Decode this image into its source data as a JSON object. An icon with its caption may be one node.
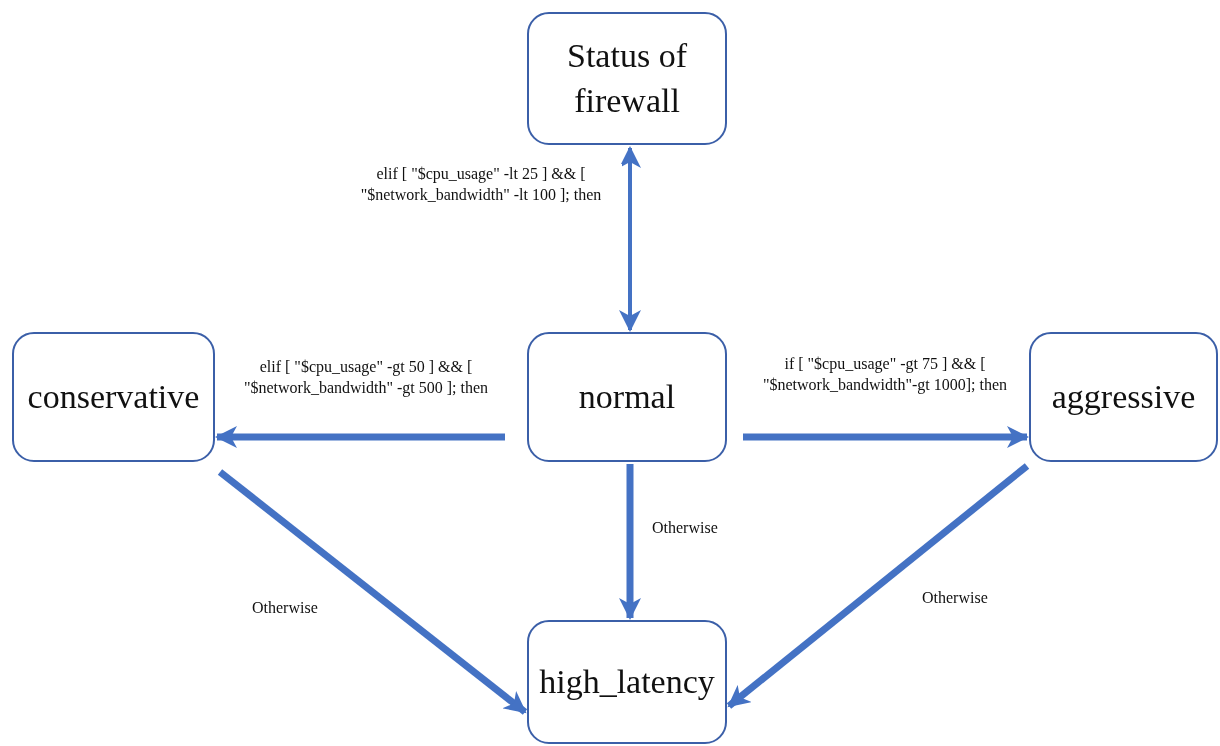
{
  "diagram": {
    "nodes": [
      {
        "text": [
          "Status of firewall"
        ]
      },
      {
        "text": [
          "conservative"
        ]
      },
      {
        "text": [
          "normal"
        ]
      },
      {
        "text": [
          "aggressive"
        ]
      },
      {
        "text": [
          "high_latency"
        ]
      }
    ],
    "edges": [
      {
        "from": 2,
        "to": 0,
        "arrow": "both",
        "label": "elif [ \"$cpu_usage\" -lt 25 ] && [ \"$network_bandwidth\" -lt 100 ]; then"
      },
      {
        "from": 2,
        "to": 1,
        "arrow": "to",
        "label": "elif [ \"$cpu_usage\" -gt 50 ] && [ \"$network_bandwidth\" -gt 500 ]; then"
      },
      {
        "from": 2,
        "to": 3,
        "arrow": "to",
        "label": "if [ \"$cpu_usage\" -gt 75 ] && [ \"$network_bandwidth\"-gt 1000]; then"
      },
      {
        "from": 2,
        "to": 4,
        "arrow": "to",
        "label": "Otherwise"
      },
      {
        "from": 1,
        "to": 4,
        "arrow": "to",
        "label": "Otherwise"
      },
      {
        "from": 3,
        "to": 4,
        "arrow": "to",
        "label": "Otherwise"
      }
    ]
  }
}
